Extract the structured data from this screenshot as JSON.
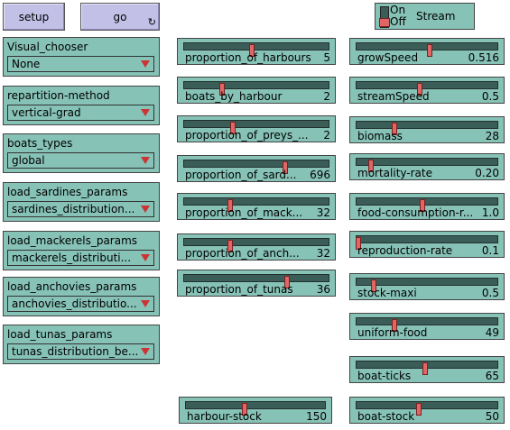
{
  "buttons": {
    "setup": "setup",
    "go": "go",
    "forever_glyph": "↻"
  },
  "switch": {
    "on": "On",
    "off": "Off",
    "label": "Stream",
    "state": "off"
  },
  "choosers": [
    {
      "label": "Visual_chooser",
      "value": "None"
    },
    {
      "label": "repartition-method",
      "value": "vertical-grad"
    },
    {
      "label": "boats_types",
      "value": "global"
    },
    {
      "label": "load_sardines_params",
      "value": "sardines_distribution..."
    },
    {
      "label": "load_mackerels_params",
      "value": "mackerels_distributi..."
    },
    {
      "label": "load_anchovies_params",
      "value": "anchovies_distributio..."
    },
    {
      "label": "load_tunas_params",
      "value": "tunas_distribution_be..."
    }
  ],
  "sliders_middle": [
    {
      "label": "proportion_of_harbours",
      "value": "5",
      "pos": 0.47
    },
    {
      "label": "boats_by_harbour",
      "value": "2",
      "pos": 0.26
    },
    {
      "label": "proportion_of_preys_...",
      "value": "2",
      "pos": 0.34
    },
    {
      "label": "proportion_of_sard...",
      "value": "696",
      "pos": 0.7
    },
    {
      "label": "proportion_of_mack...",
      "value": "32",
      "pos": 0.32
    },
    {
      "label": "proportion_of_anch...",
      "value": "32",
      "pos": 0.32
    },
    {
      "label": "proportion_of_tunas",
      "value": "36",
      "pos": 0.71
    }
  ],
  "slider_harbour": {
    "label": "harbour-stock",
    "value": "150",
    "pos": 0.42
  },
  "sliders_right": [
    {
      "label": "growSpeed",
      "value": "0.516",
      "pos": 0.52
    },
    {
      "label": "streamSpeed",
      "value": "0.5",
      "pos": 0.45
    },
    {
      "label": "biomass",
      "value": "28",
      "pos": 0.27
    },
    {
      "label": "mortality-rate",
      "value": "0.20",
      "pos": 0.1
    },
    {
      "label": "food-consumption-r...",
      "value": "1.0",
      "pos": 0.47
    },
    {
      "label": "reproduction-rate",
      "value": "0.1",
      "pos": 0.01
    },
    {
      "label": "stock-maxi",
      "value": "0.5",
      "pos": 0.12
    },
    {
      "label": "uniform-food",
      "value": "49",
      "pos": 0.27
    },
    {
      "label": "boat-ticks",
      "value": "65",
      "pos": 0.49
    },
    {
      "label": "boat-stock",
      "value": "50",
      "pos": 0.44
    }
  ]
}
